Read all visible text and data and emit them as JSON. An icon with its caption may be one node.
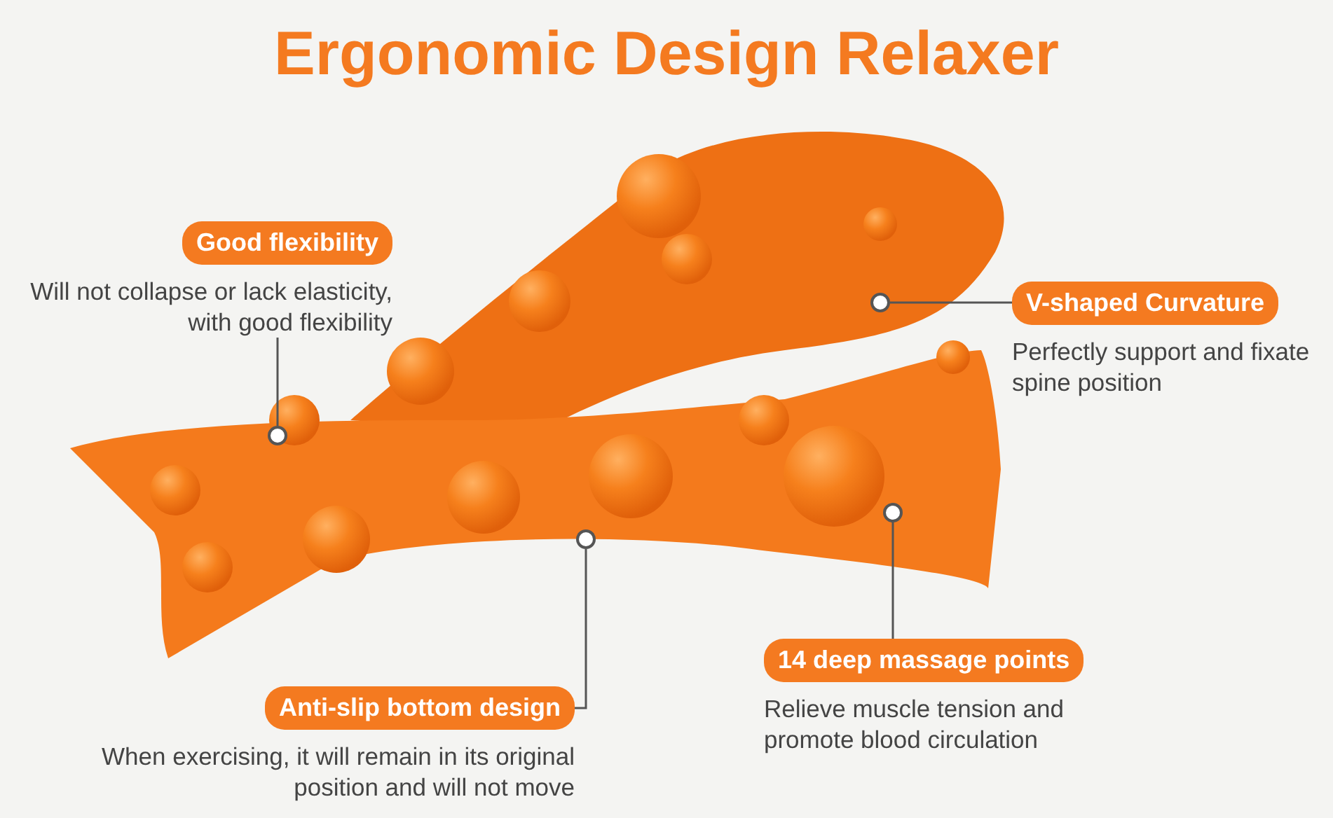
{
  "diagram": {
    "title": "Ergonomic Design Relaxer",
    "nodes": [
      {
        "text": [
          "Good flexibility",
          "Will not collapse or lack elasticity, with good flexibility"
        ]
      },
      {
        "text": [
          "V-shaped Curvature",
          "Perfectly support and fixate spine position"
        ]
      },
      {
        "text": [
          "14 deep massage points",
          "Relieve muscle tension and promote blood circulation"
        ]
      },
      {
        "text": [
          "Anti-slip bottom design",
          "When exercising, it will remain in its original position and will not move"
        ]
      },
      {
        "text": [],
        "shape": "circle"
      },
      {
        "text": [],
        "shape": "circle"
      },
      {
        "text": [],
        "shape": "circle"
      },
      {
        "text": [],
        "shape": "circle"
      }
    ],
    "edges": [
      {
        "from": 0,
        "to": 4,
        "arrow": "none"
      },
      {
        "from": 1,
        "to": 5,
        "arrow": "none"
      },
      {
        "from": 2,
        "to": 6,
        "arrow": "none"
      },
      {
        "from": 3,
        "to": 7,
        "arrow": "none"
      }
    ]
  }
}
